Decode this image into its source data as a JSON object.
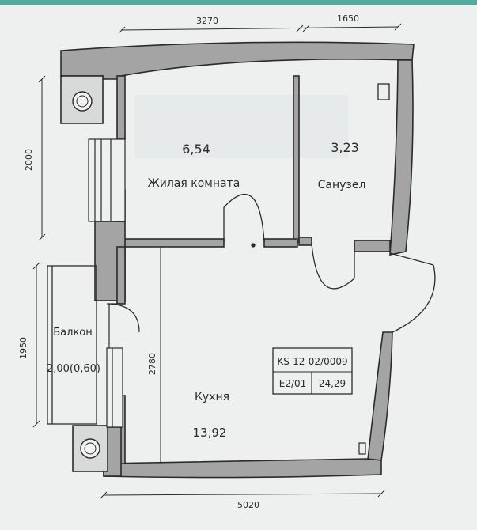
{
  "dimensions": {
    "top_left": "3270",
    "top_right": "1650",
    "left_upper": "2000",
    "left_lower": "1950",
    "kitchen_height": "2780",
    "bottom": "5020"
  },
  "rooms": {
    "living": {
      "area": "6,54",
      "name": "Жилая комната"
    },
    "bathroom": {
      "area": "3,23",
      "name": "Санузел"
    },
    "balcony": {
      "name": "Балкон",
      "area": "2,00(0,60)"
    },
    "kitchen": {
      "name": "Кухня",
      "area": "13,92"
    }
  },
  "stamp": {
    "code": "KS-12-02/0009",
    "unit": "E2/01",
    "total": "24,29"
  },
  "colors": {
    "paper": "#eef0f0",
    "wall": "#a4a4a4",
    "line": "#2b2b2b",
    "teal": "#55aaa0"
  }
}
